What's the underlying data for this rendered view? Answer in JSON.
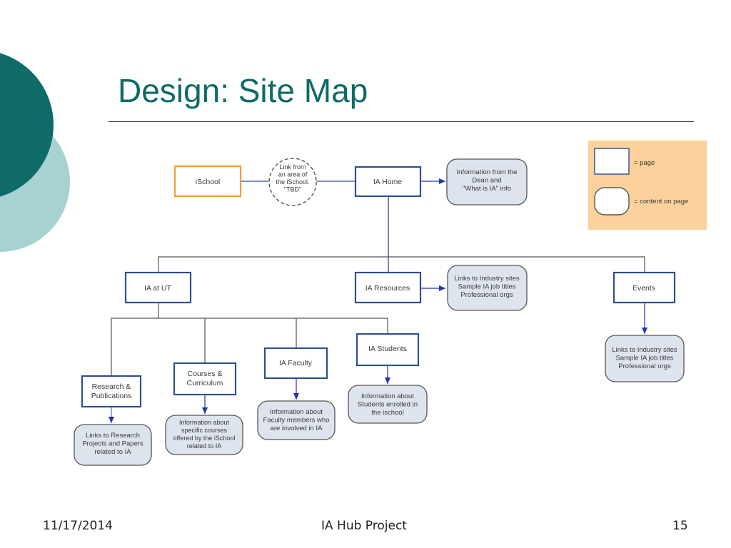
{
  "slide": {
    "title": "Design: Site Map",
    "footer_date": "11/17/2014",
    "footer_center": "IA Hub Project",
    "page_number": "15"
  },
  "colors": {
    "accent_dark": "#0e6b67",
    "accent_light": "#a8d2d1",
    "page_box_border": "#2f4f8f",
    "ischool_box_border": "#f0a030",
    "content_fill": "#dde4ee",
    "legend_fill": "#fcd19b",
    "arrow": "#2233aa"
  },
  "diagram": {
    "nodes": {
      "ischool": {
        "lines": [
          "iSchool"
        ]
      },
      "link_note": {
        "lines": [
          "Link from",
          "an area of",
          "the iSchool.",
          "\"TBD\""
        ]
      },
      "ia_home": {
        "lines": [
          "IA Home"
        ]
      },
      "dean_info": {
        "lines": [
          "Information from the",
          "Dean and",
          "\"What is IA\" info"
        ]
      },
      "ia_at_ut": {
        "lines": [
          "IA at UT"
        ]
      },
      "ia_resources": {
        "lines": [
          "IA Resources"
        ]
      },
      "resources_info": {
        "lines": [
          "Links to Industry sites",
          "Sample IA job titles",
          "Professional orgs"
        ]
      },
      "events": {
        "lines": [
          "Events"
        ]
      },
      "events_info": {
        "lines": [
          "Links to Industry sites",
          "Sample IA job titles",
          "Professional orgs"
        ]
      },
      "research": {
        "lines": [
          "Research &",
          "Publications"
        ]
      },
      "research_info": {
        "lines": [
          "Links to Research",
          "Projects and Papers",
          "related to IA"
        ]
      },
      "courses": {
        "lines": [
          "Courses &",
          "Curriculum"
        ]
      },
      "courses_info": {
        "lines": [
          "Information about",
          "specific courses",
          "offered by the iSchool",
          "related to IA"
        ]
      },
      "faculty": {
        "lines": [
          "IA Faculty"
        ]
      },
      "faculty_info": {
        "lines": [
          "Information about",
          "Faculty members who",
          "are involved in IA"
        ]
      },
      "students": {
        "lines": [
          "IA Students"
        ]
      },
      "students_info": {
        "lines": [
          "Information about",
          "Students enrolled in",
          "the ischool"
        ]
      }
    },
    "legend": {
      "page_label": "= page",
      "content_label": "= content on page"
    }
  }
}
